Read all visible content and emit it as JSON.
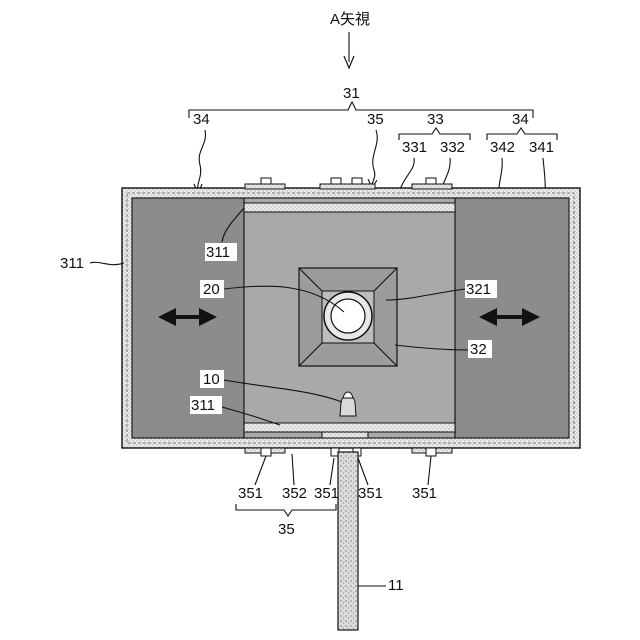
{
  "view_label": "A矢視",
  "labels": {
    "l31": "31",
    "l34_left": "34",
    "l35_top": "35",
    "l33": "33",
    "l34_right": "34",
    "l331": "331",
    "l332": "332",
    "l342": "342",
    "l341": "341",
    "l311_left": "311",
    "l311_inner_top": "311",
    "l20": "20",
    "l321": "321",
    "l32": "32",
    "l10": "10",
    "l311_inner_bottom": "311",
    "l351_a": "351",
    "l352": "352",
    "l351_b": "351",
    "l351_c": "351",
    "l351_d": "351",
    "l35_bottom": "35",
    "l11": "11"
  },
  "colors": {
    "chamber_fill": "#8c8c8c",
    "center_fill": "#a9a9a9",
    "wall_fill": "#e9e9e9",
    "line": "#111111"
  }
}
